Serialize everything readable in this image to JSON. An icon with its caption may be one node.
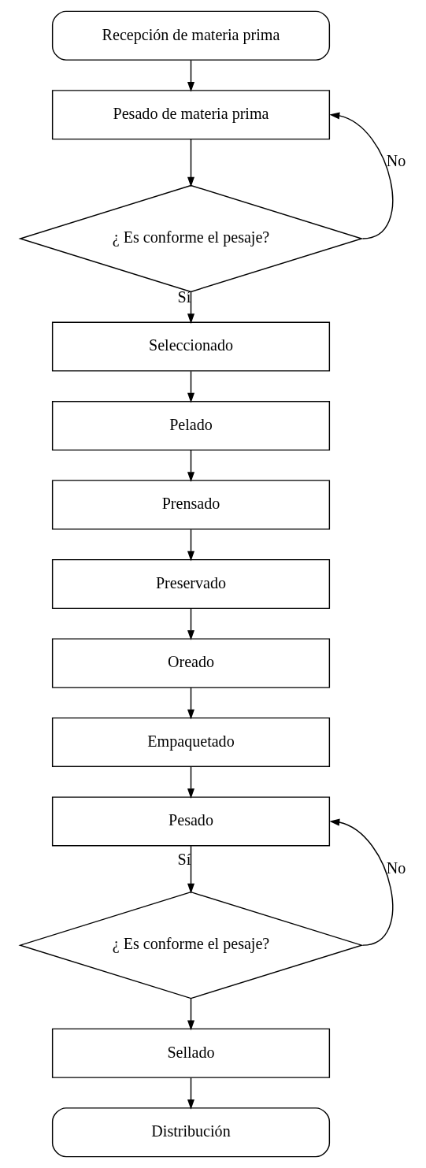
{
  "diagram": {
    "nodes": [
      {
        "text": [
          "Recepción de materia prima"
        ]
      },
      {
        "text": [
          "Pesado de materia prima"
        ]
      },
      {
        "text": [
          "¿ Es conforme el pesaje?"
        ]
      },
      {
        "text": [
          "Seleccionado"
        ]
      },
      {
        "text": [
          "Pelado"
        ]
      },
      {
        "text": [
          "Prensado"
        ]
      },
      {
        "text": [
          "Preservado"
        ]
      },
      {
        "text": [
          "Oreado"
        ]
      },
      {
        "text": [
          "Empaquetado"
        ]
      },
      {
        "text": [
          "Pesado"
        ]
      },
      {
        "text": [
          "¿ Es conforme el pesaje?"
        ]
      },
      {
        "text": [
          "Sellado"
        ]
      },
      {
        "text": [
          "Distribución"
        ]
      }
    ],
    "edges": [
      {
        "from": 0,
        "to": 1,
        "arrow": "to"
      },
      {
        "from": 1,
        "to": 2,
        "arrow": "to"
      },
      {
        "from": 2,
        "to": 1,
        "arrow": "to",
        "label": "No"
      },
      {
        "from": 2,
        "to": 3,
        "arrow": "to",
        "label": "Sí"
      },
      {
        "from": 3,
        "to": 4,
        "arrow": "to"
      },
      {
        "from": 4,
        "to": 5,
        "arrow": "to"
      },
      {
        "from": 5,
        "to": 6,
        "arrow": "to"
      },
      {
        "from": 6,
        "to": 7,
        "arrow": "to"
      },
      {
        "from": 7,
        "to": 8,
        "arrow": "to"
      },
      {
        "from": 8,
        "to": 9,
        "arrow": "to"
      },
      {
        "from": 9,
        "to": 10,
        "arrow": "to",
        "label": "Sí"
      },
      {
        "from": 10,
        "to": 9,
        "arrow": "to",
        "label": "No"
      },
      {
        "from": 10,
        "to": 11,
        "arrow": "to"
      },
      {
        "from": 11,
        "to": 12,
        "arrow": "to"
      }
    ]
  }
}
